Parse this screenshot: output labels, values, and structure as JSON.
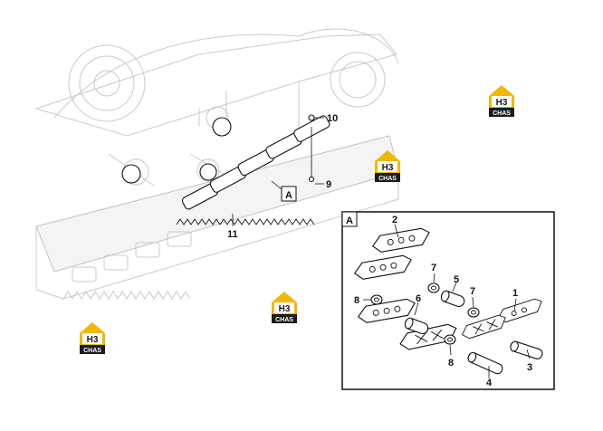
{
  "diagram": {
    "overview_callouts": {
      "c9": "9",
      "c10": "10",
      "c11": "11",
      "detail_ref": "A"
    },
    "detail": {
      "label": "A",
      "callouts": {
        "c1": "1",
        "c2": "2",
        "c3": "3",
        "c4": "4",
        "c5": "5",
        "c6": "6",
        "c7a": "7",
        "c7b": "7",
        "c8a": "8",
        "c8b": "8"
      }
    },
    "watermark": {
      "letters": "H3",
      "caption": "CHAS",
      "colors": {
        "gold": "#f2b705",
        "dark": "#1a1a1a"
      }
    }
  }
}
